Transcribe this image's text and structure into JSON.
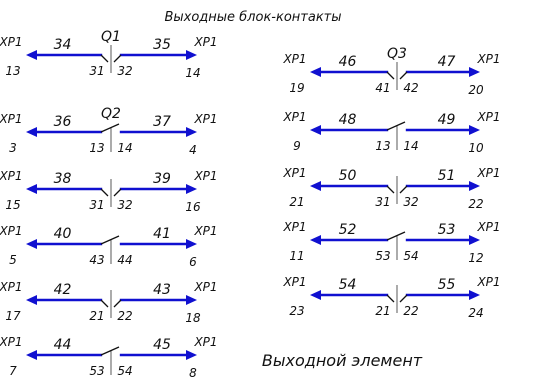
{
  "header_title": "Выходные блок-контакты",
  "footer_title": "Выходной элемент",
  "colors": {
    "wire": "#1010d0",
    "text": "#111111"
  },
  "contacts": [
    {
      "name": "Q1",
      "type": "closing",
      "left_wire": "34",
      "right_wire": "35",
      "left_term": "XP1",
      "right_term": "XP1",
      "left_pin": "13",
      "right_pin": "14",
      "contact_left": "31",
      "contact_right": "32"
    },
    {
      "name": "Q2",
      "type": "opening",
      "left_wire": "36",
      "right_wire": "37",
      "left_term": "XP1",
      "right_term": "XP1",
      "left_pin": "3",
      "right_pin": "4",
      "contact_left": "13",
      "contact_right": "14"
    },
    {
      "name": "",
      "type": "closing",
      "left_wire": "38",
      "right_wire": "39",
      "left_term": "XP1",
      "right_term": "XP1",
      "left_pin": "15",
      "right_pin": "16",
      "contact_left": "31",
      "contact_right": "32"
    },
    {
      "name": "",
      "type": "opening",
      "left_wire": "40",
      "right_wire": "41",
      "left_term": "XP1",
      "right_term": "XP1",
      "left_pin": "5",
      "right_pin": "6",
      "contact_left": "43",
      "contact_right": "44"
    },
    {
      "name": "",
      "type": "closing",
      "left_wire": "42",
      "right_wire": "43",
      "left_term": "XP1",
      "right_term": "XP1",
      "left_pin": "17",
      "right_pin": "18",
      "contact_left": "21",
      "contact_right": "22"
    },
    {
      "name": "",
      "type": "opening",
      "left_wire": "44",
      "right_wire": "45",
      "left_term": "XP1",
      "right_term": "XP1",
      "left_pin": "7",
      "right_pin": "8",
      "contact_left": "53",
      "contact_right": "54"
    },
    {
      "name": "Q3",
      "type": "closing",
      "left_wire": "46",
      "right_wire": "47",
      "left_term": "XP1",
      "right_term": "XP1",
      "left_pin": "19",
      "right_pin": "20",
      "contact_left": "41",
      "contact_right": "42"
    },
    {
      "name": "",
      "type": "opening",
      "left_wire": "48",
      "right_wire": "49",
      "left_term": "XP1",
      "right_term": "XP1",
      "left_pin": "9",
      "right_pin": "10",
      "contact_left": "13",
      "contact_right": "14"
    },
    {
      "name": "",
      "type": "closing",
      "left_wire": "50",
      "right_wire": "51",
      "left_term": "XP1",
      "right_term": "XP1",
      "left_pin": "21",
      "right_pin": "22",
      "contact_left": "31",
      "contact_right": "32"
    },
    {
      "name": "",
      "type": "opening",
      "left_wire": "52",
      "right_wire": "53",
      "left_term": "XP1",
      "right_term": "XP1",
      "left_pin": "11",
      "right_pin": "12",
      "contact_left": "53",
      "contact_right": "54"
    },
    {
      "name": "",
      "type": "closing",
      "left_wire": "54",
      "right_wire": "55",
      "left_term": "XP1",
      "right_term": "XP1",
      "left_pin": "23",
      "right_pin": "24",
      "contact_left": "21",
      "contact_right": "22"
    }
  ]
}
